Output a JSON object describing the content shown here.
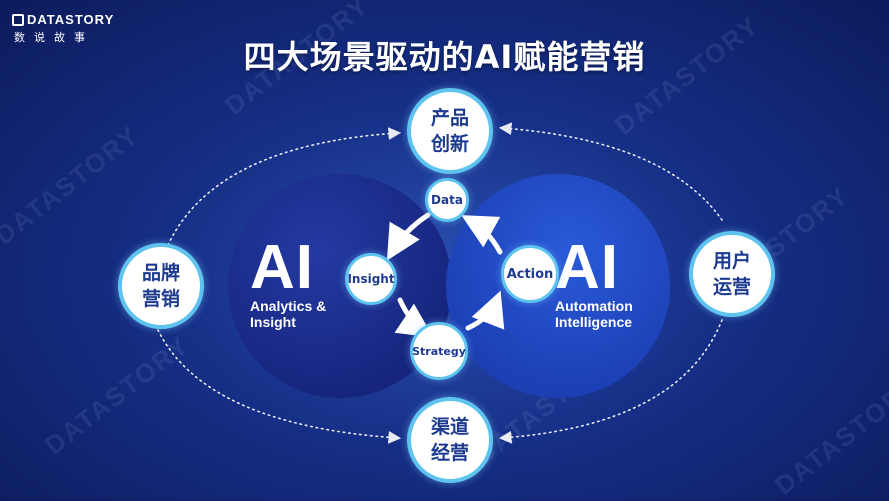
{
  "logo": {
    "brand": "DATASTORY",
    "sub": "数说故事"
  },
  "title": "四大场景驱动的AI赋能营销",
  "watermark": "DATASTORY",
  "outer_nodes": {
    "top": {
      "line1": "产品",
      "line2": "创新"
    },
    "left": {
      "line1": "品牌",
      "line2": "营销"
    },
    "right": {
      "line1": "用户",
      "line2": "运营"
    },
    "bottom": {
      "line1": "渠道",
      "line2": "经营"
    }
  },
  "left_circle": {
    "ai": "AI",
    "line1": "Analytics &",
    "line2": "Insight"
  },
  "right_circle": {
    "ai": "AI",
    "line1": "Automation",
    "line2": "Intelligence"
  },
  "cycle_nodes": {
    "data": "Data",
    "insight": "Insight",
    "action": "Action",
    "strategy": "Strategy"
  },
  "colors": {
    "left_circle": "#1d2f8e",
    "right_circle": "#1f47c6",
    "ring_border": "#5ec3ee",
    "node_text": "#1d3a8f"
  }
}
